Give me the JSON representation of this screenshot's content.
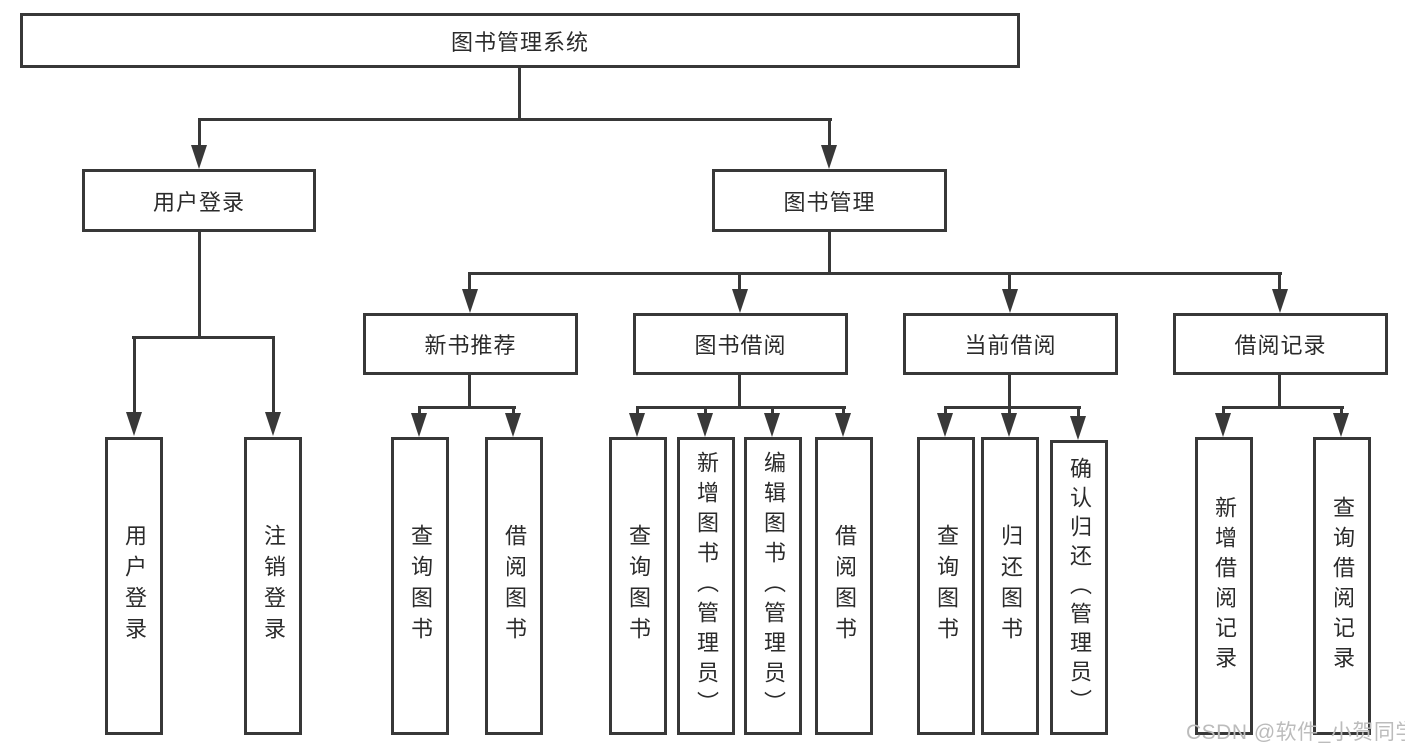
{
  "diagram": {
    "title": "图书管理系统",
    "root": {
      "label": "图书管理系统"
    },
    "level2": {
      "user_login": {
        "label": "用户登录"
      },
      "book_mgmt": {
        "label": "图书管理"
      }
    },
    "level3": {
      "new_book": {
        "label": "新书推荐"
      },
      "book_borrow": {
        "label": "图书借阅"
      },
      "current_borrow": {
        "label": "当前借阅"
      },
      "borrow_records": {
        "label": "借阅记录"
      }
    },
    "leaves": {
      "user_login_leaf": {
        "label": "用户登录"
      },
      "logout": {
        "label": "注销登录"
      },
      "nb_query_book": {
        "label": "查询图书"
      },
      "nb_borrow_book": {
        "label": "借阅图书"
      },
      "bb_query_book": {
        "label": "查询图书"
      },
      "bb_add_book": {
        "label": "新增图书（管理员）"
      },
      "bb_edit_book": {
        "label": "编辑图书（管理员）"
      },
      "bb_borrow_book": {
        "label": "借阅图书"
      },
      "cb_query_book": {
        "label": "查询图书"
      },
      "cb_return_book": {
        "label": "归还图书"
      },
      "cb_confirm_return": {
        "label": "确认归还（管理员）"
      },
      "br_add_record": {
        "label": "新增借阅记录"
      },
      "br_query_record": {
        "label": "查询借阅记录"
      }
    },
    "colors": {
      "line": "#383838",
      "text": "#2b2b2b",
      "background": "#ffffff",
      "watermark": "#bcbcbc"
    },
    "watermark": "CSDN @软件_小贺同学"
  }
}
